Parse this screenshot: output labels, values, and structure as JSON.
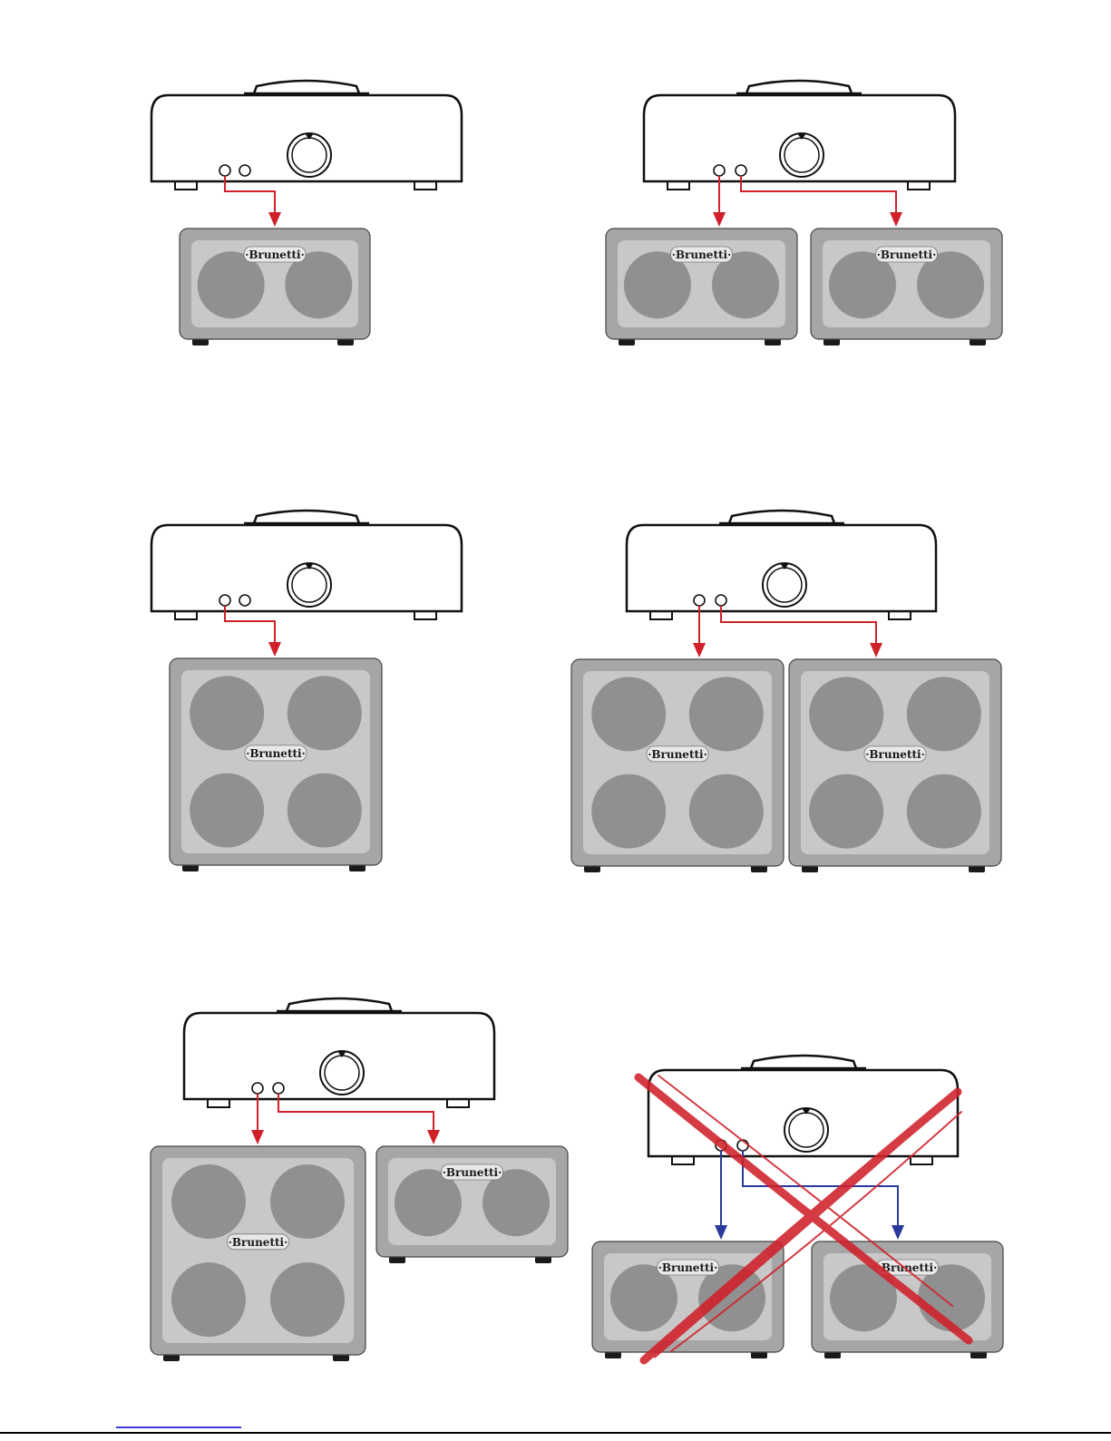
{
  "brand": "Brunetti",
  "colors": {
    "cable": "#d0202a",
    "cable_forbidden": "#2a3a9c",
    "cross": "#d0202a",
    "cabinet_outer": "#a6a6a6",
    "cabinet_inner": "#c8c8c8",
    "speaker": "#909090",
    "amp_body": "#ffffff",
    "outline": "#111111",
    "foot": "#1a1a1a",
    "badge": "#e8e8e8"
  },
  "scenarios": [
    {
      "id": "single-2x12",
      "amp_outputs_used": 1,
      "cabinets": [
        {
          "speakers": 2
        }
      ],
      "allowed": true
    },
    {
      "id": "dual-2x12",
      "amp_outputs_used": 2,
      "cabinets": [
        {
          "speakers": 2
        },
        {
          "speakers": 2
        }
      ],
      "allowed": true
    },
    {
      "id": "single-4x12",
      "amp_outputs_used": 1,
      "cabinets": [
        {
          "speakers": 4
        }
      ],
      "allowed": true
    },
    {
      "id": "dual-4x12",
      "amp_outputs_used": 2,
      "cabinets": [
        {
          "speakers": 4
        },
        {
          "speakers": 4
        }
      ],
      "allowed": true
    },
    {
      "id": "mixed-4x12-2x12",
      "amp_outputs_used": 2,
      "cabinets": [
        {
          "speakers": 4
        },
        {
          "speakers": 2
        }
      ],
      "allowed": true
    },
    {
      "id": "forbidden-dual-2x12",
      "amp_outputs_used": 2,
      "cabinets": [
        {
          "speakers": 2
        },
        {
          "speakers": 2
        }
      ],
      "allowed": false
    }
  ]
}
